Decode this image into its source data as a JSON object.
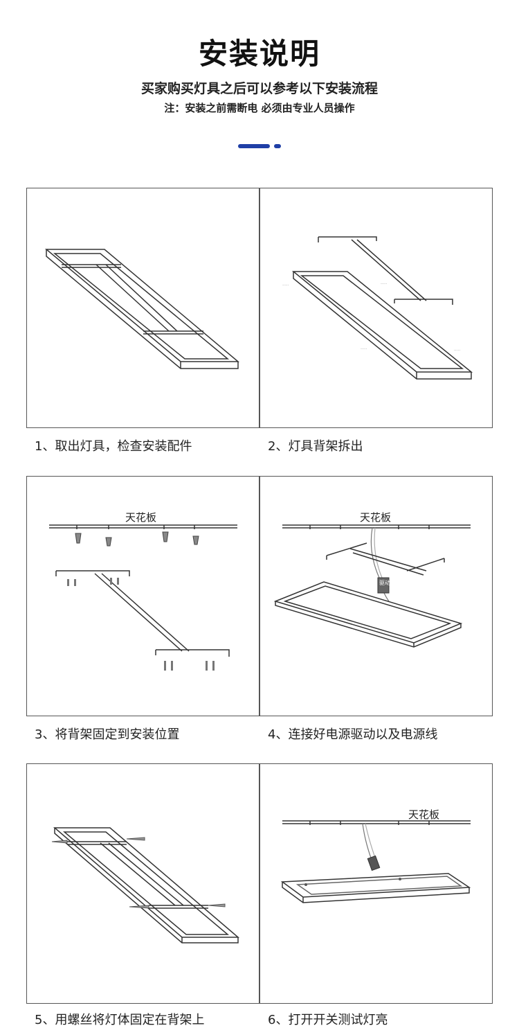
{
  "header": {
    "title": "安装说明",
    "subtitle": "买家购买灯具之后可以参考以下安装流程",
    "note": "注：安装之前需断电 必须由专业人员操作"
  },
  "colors": {
    "accent": "#1f3fa6",
    "line": "#333333",
    "border": "#555555"
  },
  "steps": [
    {
      "caption": "1、取出灯具，检查安装配件"
    },
    {
      "caption": "2、灯具背架拆出"
    },
    {
      "caption": "3、将背架固定到安装位置",
      "ceiling_label": "天花板"
    },
    {
      "caption": "4、连接好电源驱动以及电源线",
      "ceiling_label": "天花板",
      "driver_label": "驱动"
    },
    {
      "caption": "5、用螺丝将灯体固定在背架上"
    },
    {
      "caption": "6、打开开关测试灯亮",
      "ceiling_label": "天花板"
    }
  ]
}
